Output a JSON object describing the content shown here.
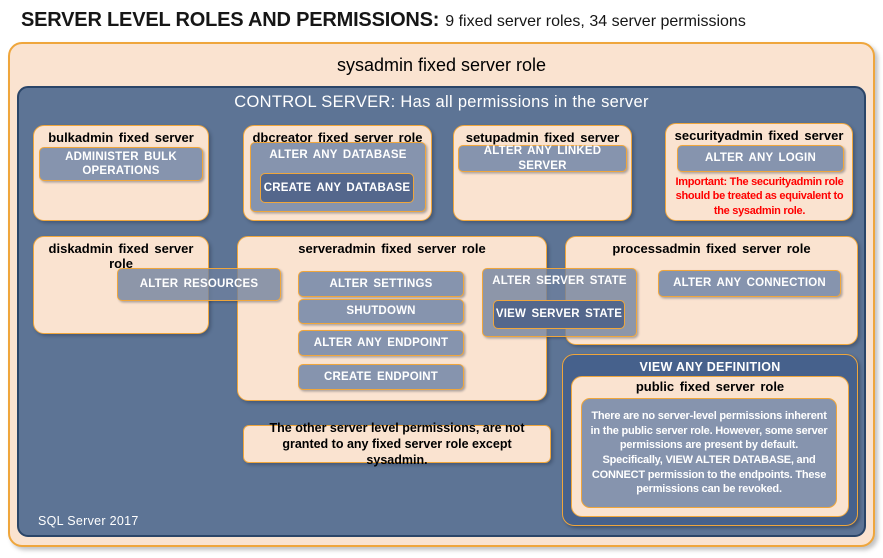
{
  "title": {
    "main": "SERVER LEVEL ROLES AND PERMISSIONS:",
    "suffix": "9 fixed server roles, 34 server permissions"
  },
  "sysadmin": {
    "label": "sysadmin fixed server role"
  },
  "control_server": {
    "label": "CONTROL SERVER: Has all permissions in the server",
    "footer": "SQL Server 2017"
  },
  "roles": {
    "bulkadmin": {
      "label": "bulkadmin fixed server role",
      "permissions": [
        "ADMINISTER BULK OPERATIONS"
      ]
    },
    "dbcreator": {
      "label": "dbcreator fixed server role",
      "outer_permission": "ALTER ANY DATABASE",
      "nested_permission": "CREATE ANY DATABASE"
    },
    "setupadmin": {
      "label": "setupadmin fixed server role",
      "permissions": [
        "ALTER ANY LINKED SERVER"
      ]
    },
    "securityadmin": {
      "label": "securityadmin fixed server role",
      "permissions": [
        "ALTER ANY LOGIN"
      ],
      "warning": "Important: The securityadmin role should be treated as equivalent to the sysadmin role."
    },
    "diskadmin": {
      "label": "diskadmin fixed server role",
      "shared_permission": "ALTER RESOURCES"
    },
    "serveradmin": {
      "label": "serveradmin fixed server role",
      "permissions": [
        "ALTER SETTINGS",
        "SHUTDOWN",
        "ALTER ANY ENDPOINT",
        "CREATE ENDPOINT"
      ],
      "shared_outer_permission": "ALTER SERVER STATE",
      "shared_nested_permission": "VIEW SERVER STATE"
    },
    "processadmin": {
      "label": "processadmin fixed server role",
      "permissions": [
        "ALTER ANY CONNECTION"
      ]
    },
    "public": {
      "container_permission": "VIEW ANY DEFINITION",
      "label": "public fixed server role",
      "description": "There are no server-level permissions inherent in the public server role. However, some server permissions are present by default. Specifically, VIEW ALTER DATABASE, and CONNECT permission to the endpoints. These permissions can be revoked."
    }
  },
  "note": "The other server level permissions, are not granted to any fixed server role except sysadmin.",
  "colors": {
    "peach": "#FAE3D0",
    "orange": "#EFA63C",
    "slate": "#5D7495",
    "navy": "#2A4568",
    "perm": "#8694AE",
    "permdark": "#54678C",
    "viewdef": "#46618C",
    "shared": "rgba(110,128,158,0.78)",
    "red": "#FF0000"
  }
}
